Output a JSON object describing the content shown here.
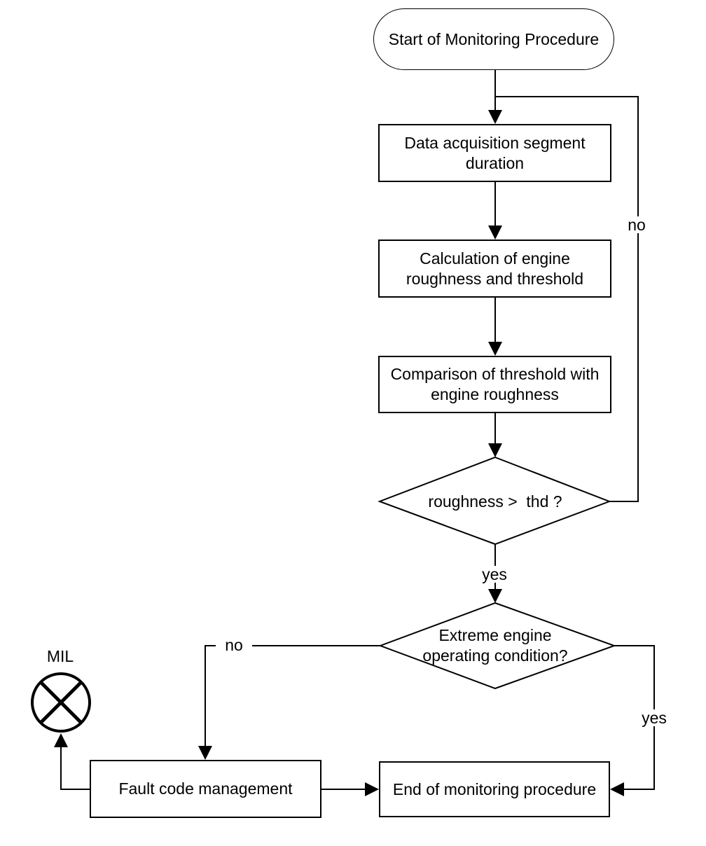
{
  "flowchart": {
    "nodes": {
      "start": "Start of Monitoring Procedure",
      "acquisition": "Data acquisition segment\nduration",
      "calculation": "Calculation of engine\nroughness and threshold",
      "comparison": "Comparison of threshold with\nengine roughness",
      "decision_roughness": "roughness >  thd ?",
      "decision_extreme": "Extreme engine\noperating condition?",
      "fault": "Fault code management",
      "end": "End of monitoring procedure"
    },
    "edge_labels": {
      "loop_no": "no",
      "roughness_yes": "yes",
      "extreme_no": "no",
      "extreme_yes": "yes"
    },
    "indicator": {
      "mil": "MIL"
    },
    "colors": {
      "line": "#000000",
      "background": "#ffffff"
    }
  }
}
